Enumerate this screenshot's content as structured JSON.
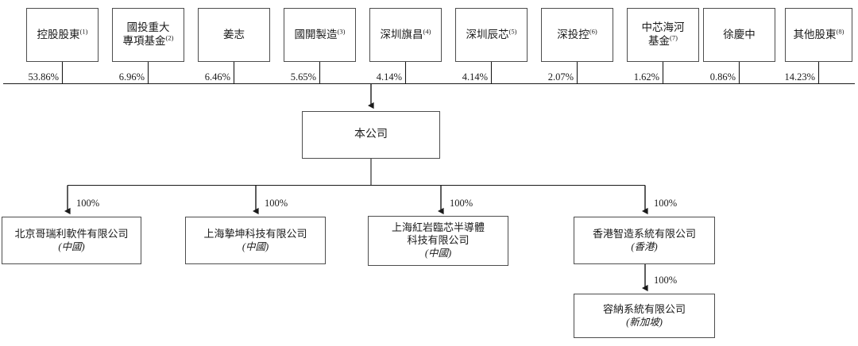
{
  "chart_data": {
    "type": "diagram",
    "title": "Shareholding and corporate structure chart",
    "diagram_kind": "org-chart",
    "levels": [
      "shareholders",
      "company",
      "subsidiaries",
      "sub-subsidiary"
    ],
    "shareholders": [
      {
        "name": "控股股東",
        "mark": "(1)",
        "percent": "53.86%"
      },
      {
        "name": "國投重大\n專項基金",
        "mark": "(2)",
        "percent": "6.96%"
      },
      {
        "name": "姜志",
        "mark": "",
        "percent": "6.46%"
      },
      {
        "name": "國開製造",
        "mark": "(3)",
        "percent": "5.65%"
      },
      {
        "name": "深圳旗昌",
        "mark": "(4)",
        "percent": "4.14%"
      },
      {
        "name": "深圳辰芯",
        "mark": "(5)",
        "percent": "4.14%"
      },
      {
        "name": "深投控",
        "mark": "(6)",
        "percent": "2.07%"
      },
      {
        "name": "中芯海河\n基金",
        "mark": "(7)",
        "percent": "1.62%"
      },
      {
        "name": "徐慶中",
        "mark": "",
        "percent": "0.86%"
      },
      {
        "name": "其他股東",
        "mark": "(8)",
        "percent": "14.23%"
      }
    ],
    "company": {
      "name": "本公司"
    },
    "subsidiaries": [
      {
        "name": "北京哥瑞利軟件有限公司",
        "region": "(中國)",
        "percent": "100%"
      },
      {
        "name": "上海摯坤科技有限公司",
        "region": "(中國)",
        "percent": "100%"
      },
      {
        "name": "上海紅岩臨芯半導體\n科技有限公司",
        "region": "(中國)",
        "percent": "100%"
      },
      {
        "name": "香港智造系統有限公司",
        "region": "(香港)",
        "percent": "100%"
      }
    ],
    "sub_subsidiary": {
      "name": "容納系統有限公司",
      "region": "(新加坡)",
      "percent": "100%",
      "parent": "香港智造系統有限公司"
    }
  },
  "shareholders": [
    {
      "name": "控股股東",
      "mark": "(1)",
      "percent": "53.86%"
    },
    {
      "name_line1": "國投重大",
      "name_line2": "專項基金",
      "mark": "(2)",
      "percent": "6.96%"
    },
    {
      "name": "姜志",
      "mark": "",
      "percent": "6.46%"
    },
    {
      "name": "國開製造",
      "mark": "(3)",
      "percent": "5.65%"
    },
    {
      "name": "深圳旗昌",
      "mark": "(4)",
      "percent": "4.14%"
    },
    {
      "name": "深圳辰芯",
      "mark": "(5)",
      "percent": "4.14%"
    },
    {
      "name": "深投控",
      "mark": "(6)",
      "percent": "2.07%"
    },
    {
      "name_line1": "中芯海河",
      "name_line2": "基金",
      "mark": "(7)",
      "percent": "1.62%"
    },
    {
      "name": "徐慶中",
      "mark": "",
      "percent": "0.86%"
    },
    {
      "name": "其他股東",
      "mark": "(8)",
      "percent": "14.23%"
    }
  ],
  "company": {
    "name": "本公司"
  },
  "subsidiaries": [
    {
      "name_line1": "北京哥瑞利軟件有限公司",
      "name_line2": "",
      "region": "(中國)",
      "percent": "100%"
    },
    {
      "name_line1": "上海摯坤科技有限公司",
      "name_line2": "",
      "region": "(中國)",
      "percent": "100%"
    },
    {
      "name_line1": "上海紅岩臨芯半導體",
      "name_line2": "科技有限公司",
      "region": "(中國)",
      "percent": "100%"
    },
    {
      "name_line1": "香港智造系統有限公司",
      "name_line2": "",
      "region": "(香港)",
      "percent": "100%"
    }
  ],
  "sub_subsidiary": {
    "name_line1": "容納系統有限公司",
    "region": "(新加坡)",
    "percent": "100%"
  },
  "colors": {
    "box_border": "#4d4d4d",
    "line": "#1a1a1a",
    "background": "#ffffff",
    "text": "#1a1a1a"
  }
}
